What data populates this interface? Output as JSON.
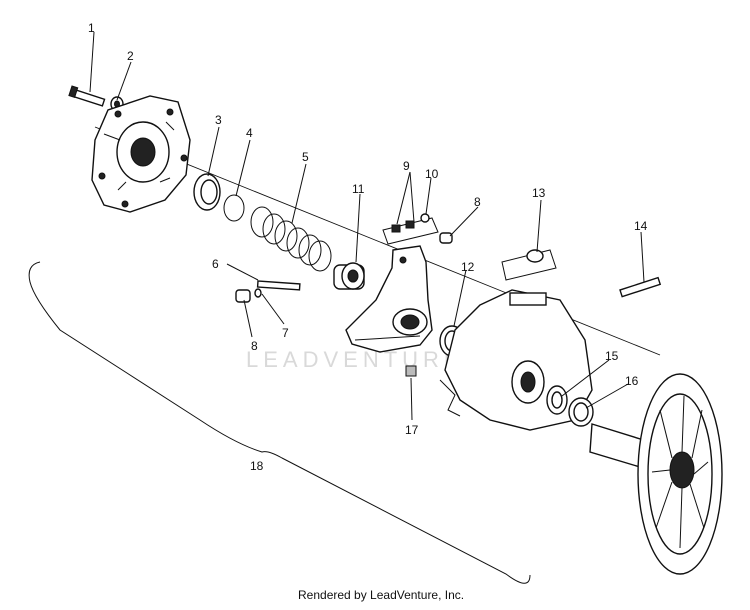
{
  "callouts": [
    "1",
    "2",
    "3",
    "4",
    "5",
    "6",
    "7",
    "8",
    "9",
    "10",
    "8",
    "11",
    "12",
    "13",
    "14",
    "15",
    "16",
    "17",
    "18"
  ],
  "watermark": "LEADVENTURE",
  "footer": "Rendered by LeadVenture, Inc.",
  "colors": {
    "ink": "#111111",
    "watermark": "#d9d9d9",
    "background": "#ffffff"
  }
}
